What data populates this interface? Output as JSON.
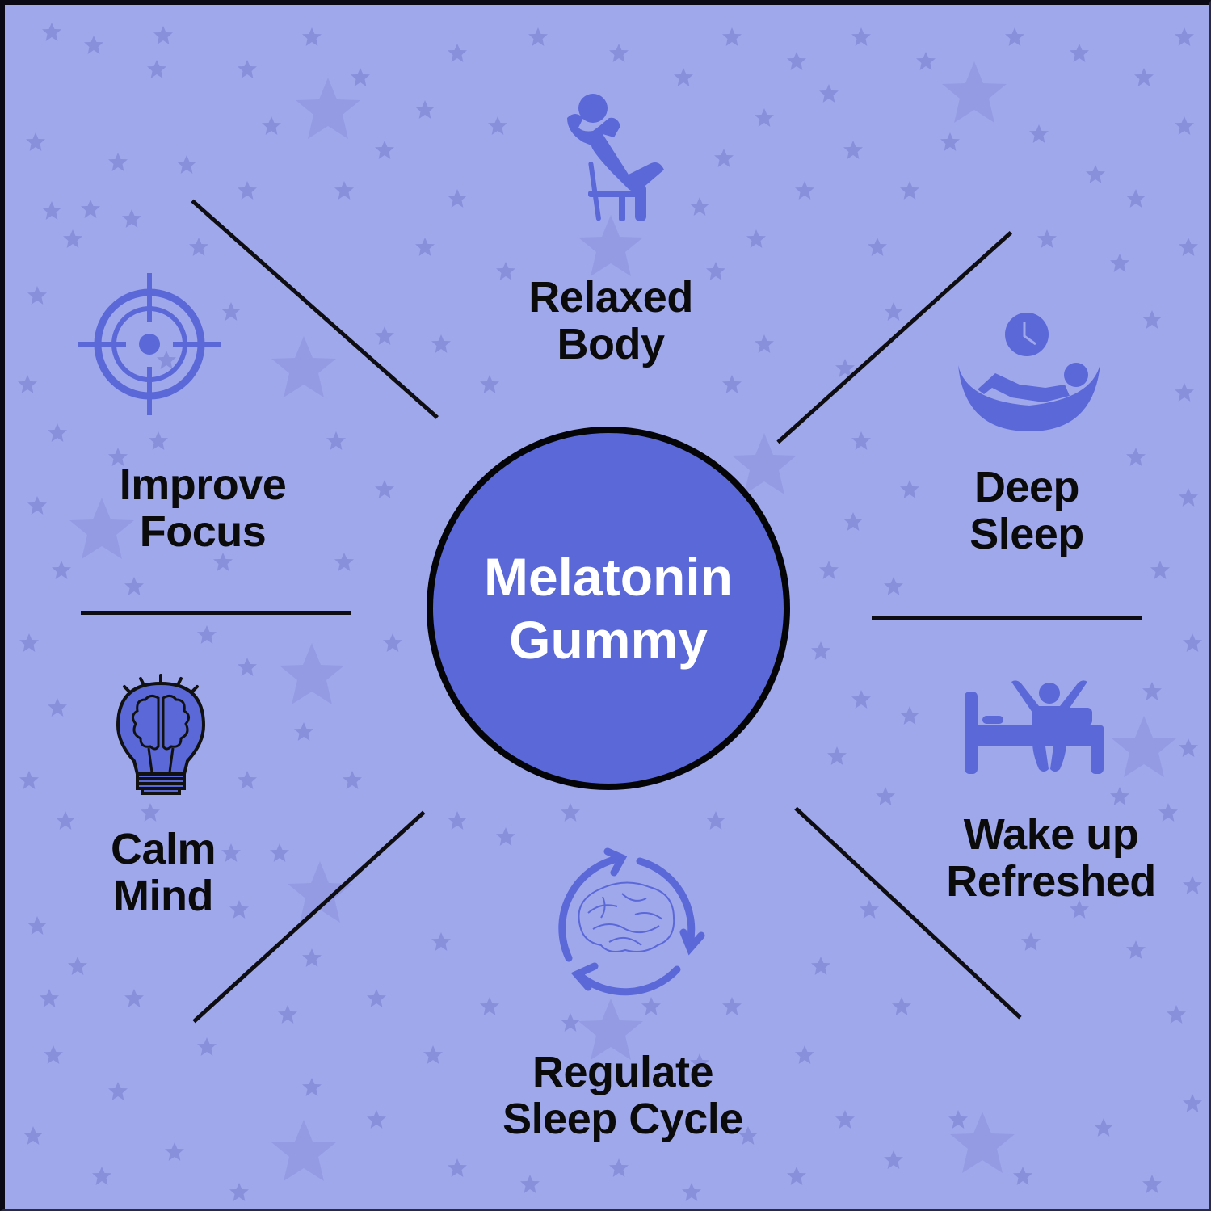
{
  "colors": {
    "background": "#a0a8ec",
    "accent": "#5a68d8",
    "line": "#0d0d12",
    "text": "#0b0b0b",
    "center_text": "#ffffff",
    "star": "#8890dc"
  },
  "center": {
    "line1": "Melatonin",
    "line2": "Gummy"
  },
  "benefits": [
    {
      "id": "relaxed-body",
      "icon": "person-reclining-chair-icon",
      "line1": "Relaxed",
      "line2": "Body"
    },
    {
      "id": "deep-sleep",
      "icon": "person-hammock-clock-icon",
      "line1": "Deep",
      "line2": "Sleep"
    },
    {
      "id": "wake-up-refreshed",
      "icon": "person-stretching-bed-icon",
      "line1": "Wake up",
      "line2": "Refreshed"
    },
    {
      "id": "regulate-sleep-cycle",
      "icon": "brain-cycle-arrows-icon",
      "line1": "Regulate",
      "line2": "Sleep Cycle"
    },
    {
      "id": "calm-mind",
      "icon": "lightbulb-brain-icon",
      "line1": "Calm",
      "line2": "Mind"
    },
    {
      "id": "improve-focus",
      "icon": "target-crosshair-icon",
      "line1": "Improve",
      "line2": "Focus"
    }
  ]
}
